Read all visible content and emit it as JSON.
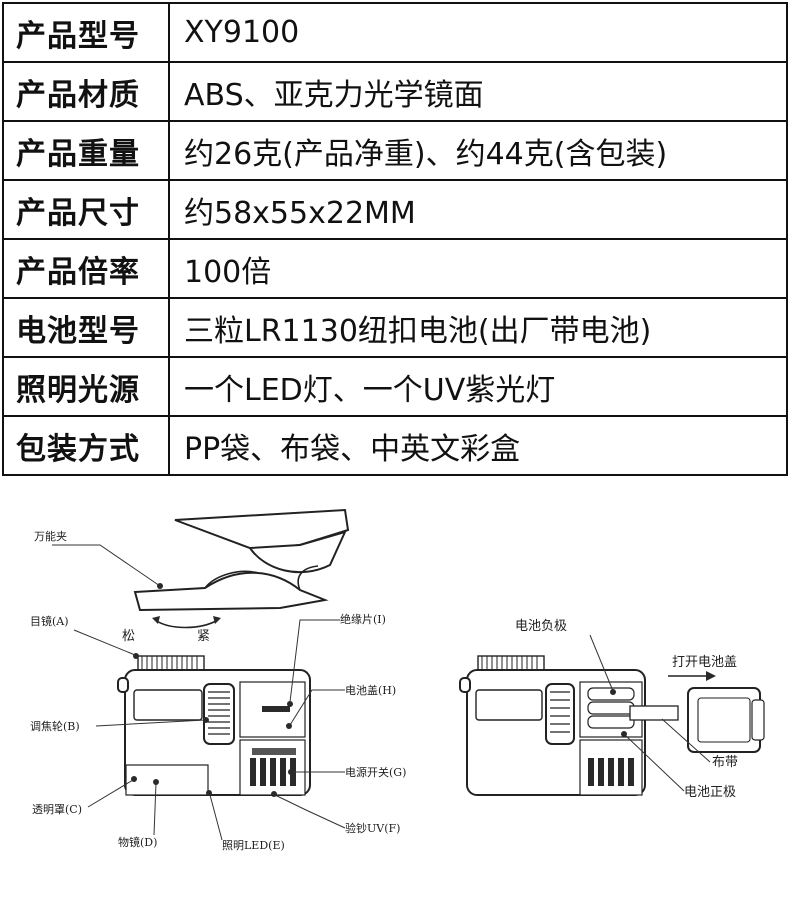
{
  "specs": [
    {
      "key": "产品型号",
      "value": "XY9100"
    },
    {
      "key": "产品材质",
      "value": "ABS、亚克力光学镜面"
    },
    {
      "key": "产品重量",
      "value": "约26克(产品净重)、约44克(含包装)"
    },
    {
      "key": "产品尺寸",
      "value": "约58x55x22MM"
    },
    {
      "key": "产品倍率",
      "value": "100倍"
    },
    {
      "key": "电池型号",
      "value": "三粒LR1130纽扣电池(出厂带电池)"
    },
    {
      "key": "照明光源",
      "value": "一个LED灯、一个UV紫光灯"
    },
    {
      "key": "包装方式",
      "value": "PP袋、布袋、中英文彩盒"
    }
  ],
  "diagram": {
    "clip": "万能夹",
    "loose": "松",
    "tight": "紧",
    "eyepiece": "目镜(A)",
    "focus_wheel": "调焦轮(B)",
    "cover": "透明罩(C)",
    "objective": "物镜(D)",
    "led": "照明LED(E)",
    "uv": "验钞UV(F)",
    "switch": "电源开关(G)",
    "battery_cover": "电池盖(H)",
    "insulator": "绝缘片(I)",
    "battery_negative": "电池负极",
    "open_cover": "打开电池盖",
    "strap": "布带",
    "battery_positive": "电池正极"
  }
}
